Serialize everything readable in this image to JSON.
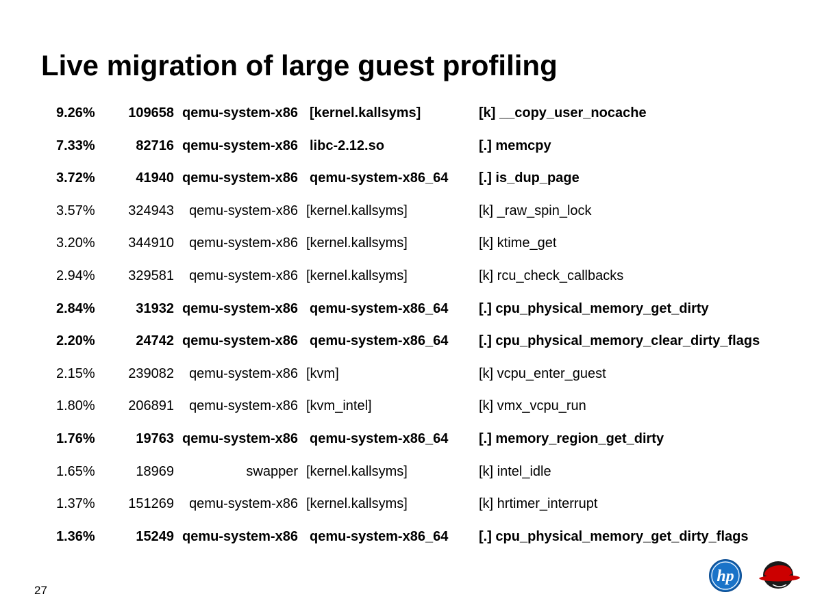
{
  "slide": {
    "title": "Live migration of large guest profiling",
    "page_number": "27"
  },
  "profile_rows": [
    {
      "percent": "9.26%",
      "samples": "109658",
      "command": "qemu-system-x86",
      "dso": "[kernel.kallsyms]",
      "symbol": "[k] __copy_user_nocache",
      "bold": true
    },
    {
      "percent": "7.33%",
      "samples": "82716",
      "command": "qemu-system-x86",
      "dso": "libc-2.12.so",
      "symbol": "[.] memcpy",
      "bold": true
    },
    {
      "percent": "3.72%",
      "samples": "41940",
      "command": "qemu-system-x86",
      "dso": "qemu-system-x86_64",
      "symbol": "[.] is_dup_page",
      "bold": true
    },
    {
      "percent": "3.57%",
      "samples": "324943",
      "command": "qemu-system-x86",
      "dso": "[kernel.kallsyms]",
      "symbol": "[k] _raw_spin_lock",
      "bold": false
    },
    {
      "percent": "3.20%",
      "samples": "344910",
      "command": "qemu-system-x86",
      "dso": "[kernel.kallsyms]",
      "symbol": "[k] ktime_get",
      "bold": false
    },
    {
      "percent": "2.94%",
      "samples": "329581",
      "command": "qemu-system-x86",
      "dso": "[kernel.kallsyms]",
      "symbol": "[k] rcu_check_callbacks",
      "bold": false
    },
    {
      "percent": "2.84%",
      "samples": "31932",
      "command": "qemu-system-x86",
      "dso": "qemu-system-x86_64",
      "symbol": "[.] cpu_physical_memory_get_dirty",
      "bold": true
    },
    {
      "percent": "2.20%",
      "samples": "24742",
      "command": "qemu-system-x86",
      "dso": "qemu-system-x86_64",
      "symbol": "[.] cpu_physical_memory_clear_dirty_flags",
      "bold": true
    },
    {
      "percent": "2.15%",
      "samples": "239082",
      "command": "qemu-system-x86",
      "dso": "[kvm]",
      "symbol": "[k] vcpu_enter_guest",
      "bold": false
    },
    {
      "percent": "1.80%",
      "samples": "206891",
      "command": "qemu-system-x86",
      "dso": "[kvm_intel]",
      "symbol": "[k] vmx_vcpu_run",
      "bold": false
    },
    {
      "percent": "1.76%",
      "samples": "19763",
      "command": "qemu-system-x86",
      "dso": "qemu-system-x86_64",
      "symbol": "[.] memory_region_get_dirty",
      "bold": true
    },
    {
      "percent": "1.65%",
      "samples": "18969",
      "command": "swapper",
      "dso": "[kernel.kallsyms]",
      "symbol": "[k] intel_idle",
      "bold": false
    },
    {
      "percent": "1.37%",
      "samples": "151269",
      "command": "qemu-system-x86",
      "dso": "[kernel.kallsyms]",
      "symbol": "[k] hrtimer_interrupt",
      "bold": false
    },
    {
      "percent": "1.36%",
      "samples": "15249",
      "command": "qemu-system-x86",
      "dso": "qemu-system-x86_64",
      "symbol": "[.] cpu_physical_memory_get_dirty_flags",
      "bold": true
    }
  ],
  "logos": {
    "hp": {
      "text": "hp",
      "color": "#1a73c8"
    },
    "redhat": {
      "color": "#cc0000"
    }
  }
}
